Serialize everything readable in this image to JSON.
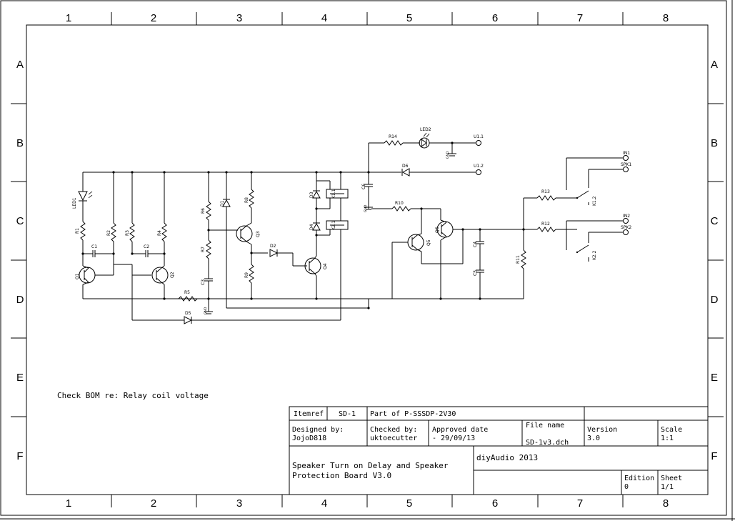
{
  "frame": {
    "columns": [
      "1",
      "2",
      "3",
      "4",
      "5",
      "6",
      "7",
      "8"
    ],
    "rows": [
      "A",
      "B",
      "C",
      "D",
      "E",
      "F"
    ]
  },
  "note": "Check BOM re: Relay coil voltage",
  "components": {
    "led1": "LED1",
    "led2": "LED2",
    "r1": "R1",
    "r2": "R2",
    "r3": "R3",
    "r4": "R4",
    "r5": "R5",
    "r6": "R6",
    "r7": "R7",
    "r8": "R8",
    "r9": "R9",
    "r10": "R10",
    "r11": "R11",
    "r12": "R12",
    "r13": "R13",
    "r14": "R14",
    "c1": "C1",
    "c2": "C2",
    "c3": "C3",
    "c4": "C4",
    "c5": "C5",
    "c6": "C6",
    "q1": "Q1",
    "q2": "Q2",
    "q3": "Q3",
    "q4": "Q4",
    "q5": "Q5",
    "q6": "Q6",
    "d1": "D1",
    "d2": "D2",
    "d3": "D3",
    "d4": "D4",
    "d5": "D5",
    "d6": "D6",
    "k11": "K1.1",
    "k21": "K2.1",
    "k12": "K1.2",
    "k22": "K2.2",
    "u11": "U1.1",
    "u12": "U1.2",
    "in1": "IN1",
    "spk1": "SPK1",
    "in2": "IN2",
    "spk2": "SPK2",
    "gnd": "GND"
  },
  "title_block": {
    "itemref_label": "Itemref",
    "itemref_value": "SD-1",
    "part_of": "Part of P-SSSDP-2V30",
    "designed_by_label": "Designed by:",
    "designed_by_value": "JojoD818",
    "checked_by_label": "Checked by:",
    "checked_by_value": "uktoecutter",
    "approved_label": "Approved date",
    "approved_value": "- 29/09/13",
    "file_name_label": "File name",
    "file_name_value": "SD-1v3.dch",
    "version_label": "Version",
    "version_value": "3.0",
    "scale_label": "Scale",
    "scale_value": "1:1",
    "title_line1": "Speaker Turn on Delay and Speaker",
    "title_line2": "Protection Board V3.0",
    "company": "diyAudio 2013",
    "edition_label": "Edition",
    "edition_value": "0",
    "sheet_label": "Sheet",
    "sheet_value": "1/1"
  }
}
